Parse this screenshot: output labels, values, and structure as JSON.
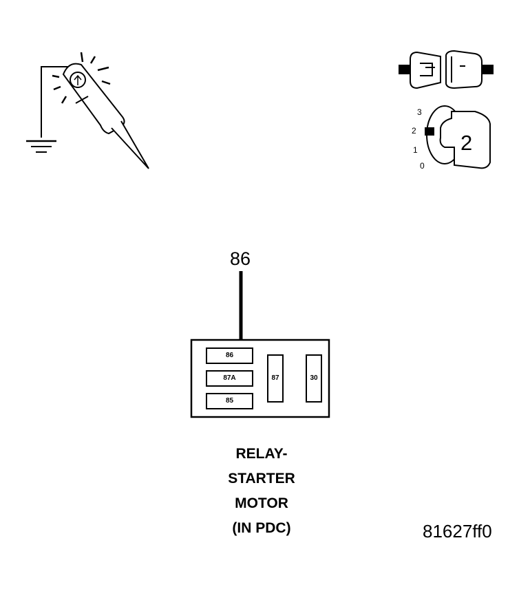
{
  "callout_label": "86",
  "relay": {
    "terminals": [
      "86",
      "87A",
      "85",
      "87",
      "30"
    ]
  },
  "caption": {
    "lines": [
      "RELAY-",
      "STARTER",
      "MOTOR",
      "(IN PDC)"
    ]
  },
  "ignition_positions": [
    "3",
    "2",
    "1",
    "0"
  ],
  "key_position": "2",
  "figure_id": "81627ff0"
}
